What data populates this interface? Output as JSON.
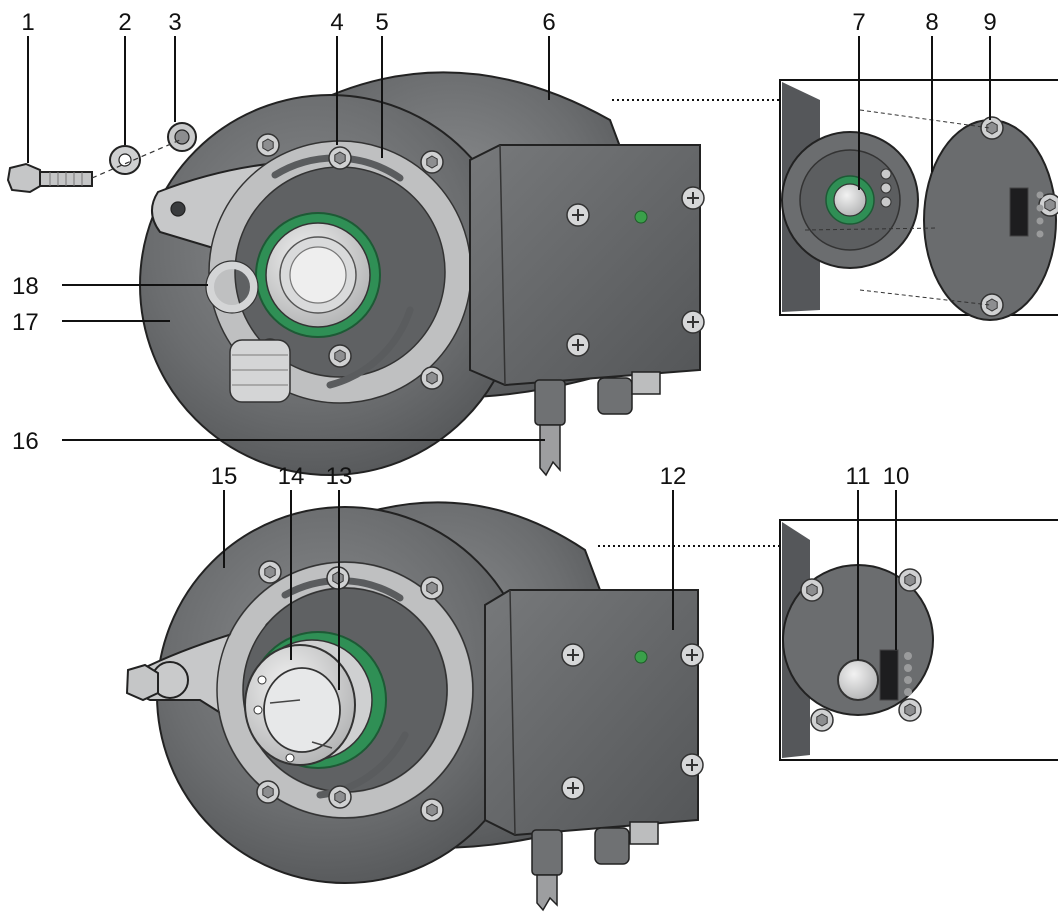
{
  "labels": {
    "l1": "1",
    "l2": "2",
    "l3": "3",
    "l4": "4",
    "l5": "5",
    "l6": "6",
    "l7": "7",
    "l8": "8",
    "l9": "9",
    "l10": "10",
    "l11": "11",
    "l12": "12",
    "l13": "13",
    "l14": "14",
    "l15": "15",
    "l16": "16",
    "l17": "17",
    "l18": "18"
  },
  "colors": {
    "body_dark": "#5b5d5f",
    "body_mid": "#6e7072",
    "body_light": "#8a8c8e",
    "flange_silver": "#c9cacb",
    "seal_green": "#2f8f55",
    "led_green": "#3aa04a",
    "line": "#111111"
  }
}
